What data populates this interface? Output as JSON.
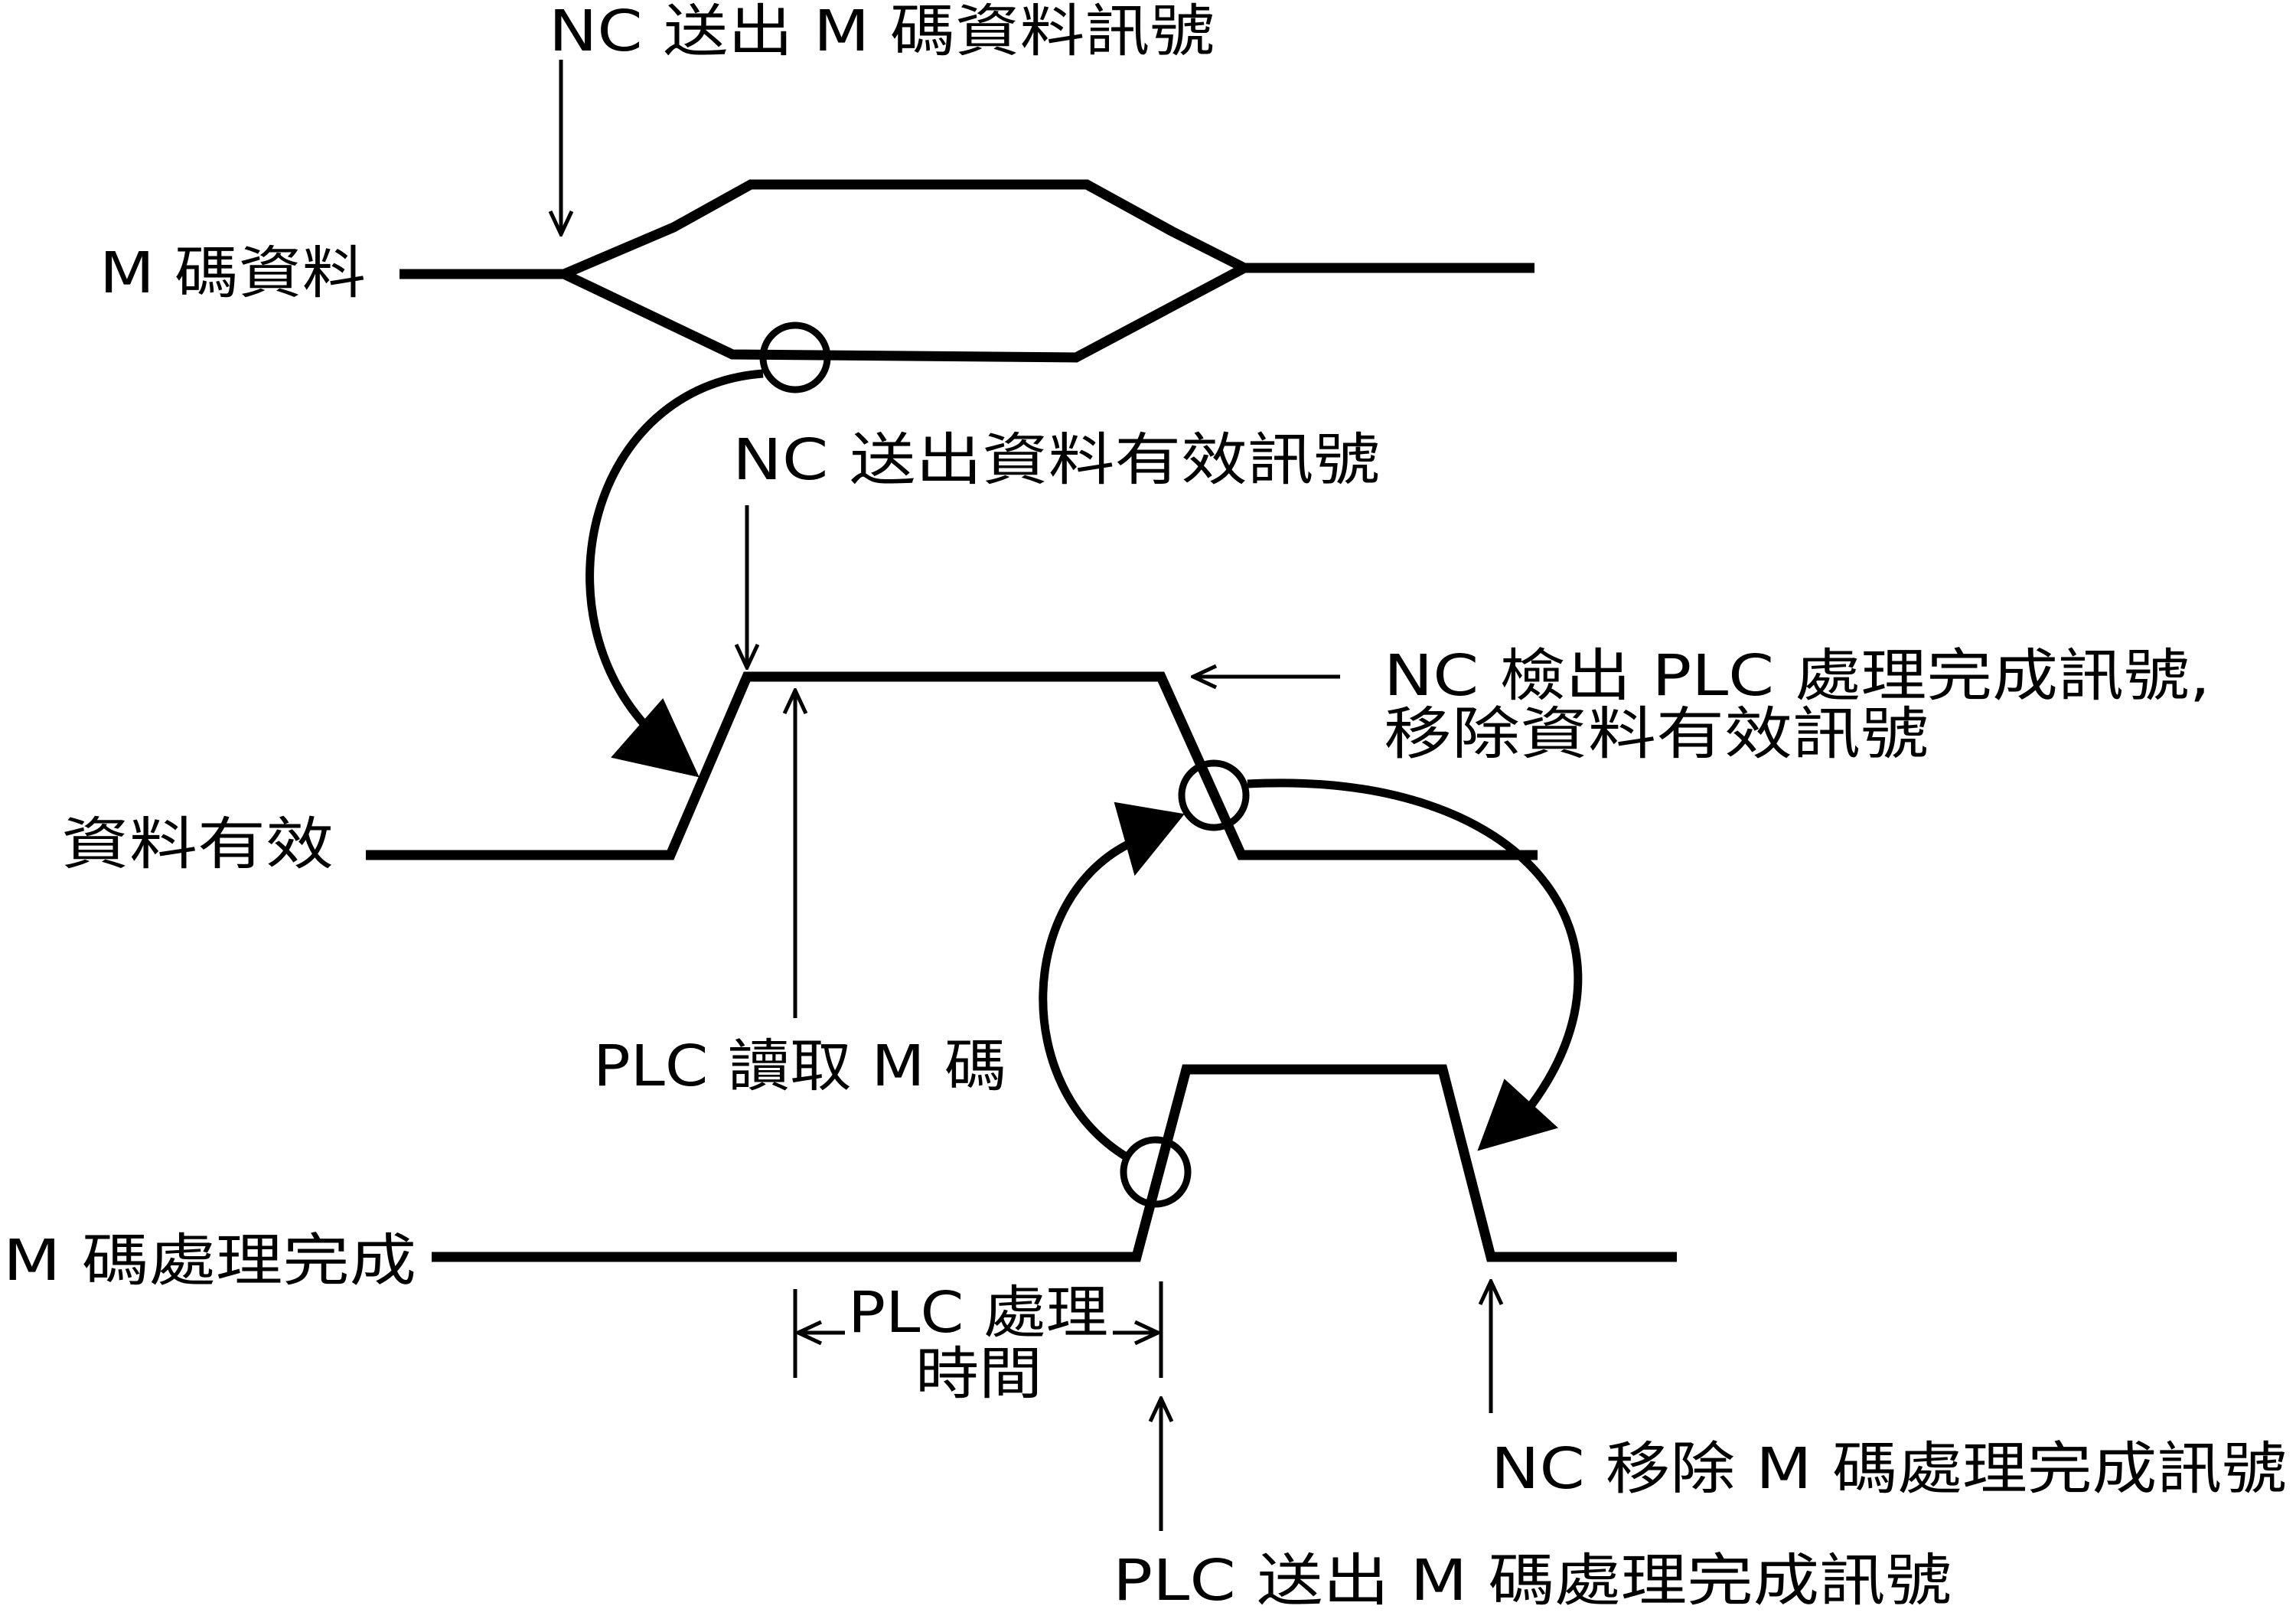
{
  "labels": {
    "nc_send_m_code": "NC 送出 M 碼資料訊號",
    "m_code_data": "M 碼資料",
    "nc_send_data_valid": "NC 送出資料有效訊號",
    "nc_detect_line1": "NC 檢出 PLC 處理完成訊號,",
    "nc_detect_line2": "移除資料有效訊號",
    "data_valid": "資料有效",
    "plc_read_m_code": "PLC 讀取 M 碼",
    "m_code_done": "M 碼處理完成",
    "plc_processing_line1": "PLC 處理",
    "plc_processing_line2": "時間",
    "plc_send_done": "PLC 送出 M 碼處理完成訊號",
    "nc_remove_done": "NC 移除 M 碼處理完成訊號"
  },
  "colors": {
    "line": "#000000",
    "background": "#ffffff"
  }
}
